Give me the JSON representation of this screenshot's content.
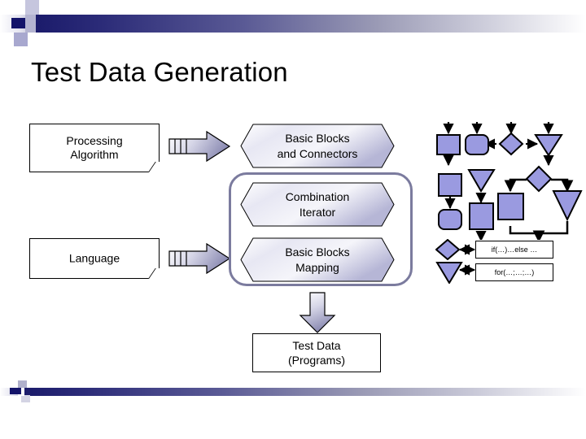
{
  "slide": {
    "title": "Test Data Generation",
    "background": "#ffffff",
    "accent_dark": "#14146a",
    "accent_mid": "#7b7b9e",
    "shape_fill": "#9a9ae0"
  },
  "inputs": [
    {
      "id": "processing-algorithm",
      "label_line1": "Processing",
      "label_line2": "Algorithm"
    },
    {
      "id": "language",
      "label_line1": "Language",
      "label_line2": ""
    }
  ],
  "arrows": {
    "right_arrow_1_name": "striped-right-arrow",
    "right_arrow_2_name": "striped-right-arrow",
    "down_arrow_name": "down-block-arrow"
  },
  "process_blocks": [
    {
      "id": "basic-blocks-and-connectors",
      "line1": "Basic Blocks",
      "line2": "and Connectors",
      "grouped": false
    },
    {
      "id": "combination-iterator",
      "line1": "Combination",
      "line2": "Iterator",
      "grouped": true
    },
    {
      "id": "basic-blocks-mapping",
      "line1": "Basic Blocks",
      "line2": "Mapping",
      "grouped": true
    }
  ],
  "output": {
    "id": "test-data-programs",
    "line1": "Test Data",
    "line2": "(Programs)"
  },
  "legend": {
    "title": "",
    "rows": [
      {
        "id": "if-else-row",
        "shape": "diamond",
        "label": "if(…)…else …"
      },
      {
        "id": "for-row",
        "shape": "triangle-down",
        "label": "for(…;…;…)"
      }
    ],
    "symbol_row_1": [
      {
        "name": "square-node",
        "shape": "square",
        "arrow_in": true,
        "arrow_out": true
      },
      {
        "name": "rounded-node",
        "shape": "rounded-square",
        "arrow_in": true,
        "arrow_out": false
      },
      {
        "name": "diamond-node",
        "shape": "diamond",
        "arrow_in": true,
        "arrow_left": true,
        "arrow_right": true
      },
      {
        "name": "triangle-node",
        "shape": "triangle-down",
        "arrow_in": true,
        "arrow_out": true
      }
    ],
    "symbol_row_2": [
      {
        "name": "sequence-pair",
        "shapes": [
          "square",
          "rounded-square"
        ]
      },
      {
        "name": "loop-chain",
        "shapes": [
          "triangle-down",
          "square",
          "rounded-square"
        ]
      },
      {
        "name": "branch-merge",
        "shapes": [
          "diamond",
          "square",
          "triangle-down",
          "rounded-square"
        ]
      }
    ]
  }
}
